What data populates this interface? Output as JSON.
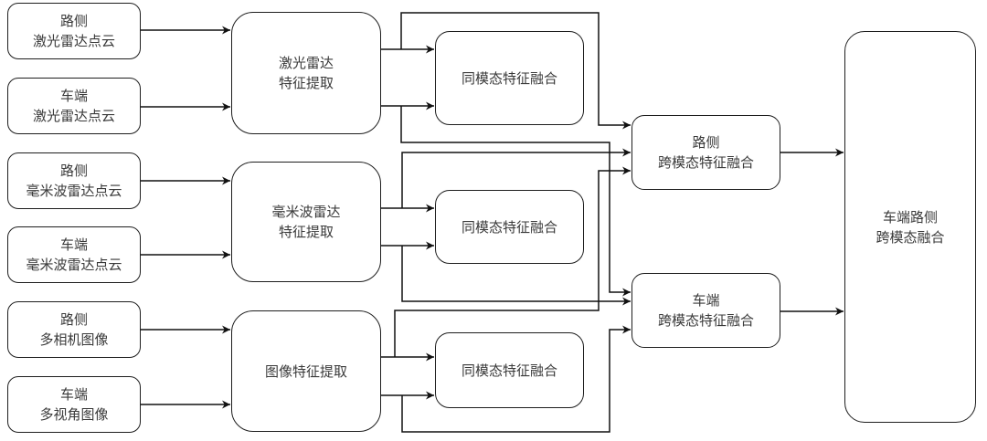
{
  "inputs": [
    {
      "id": "road-lidar-pointcloud",
      "line1": "路侧",
      "line2": "激光雷达点云"
    },
    {
      "id": "vehicle-lidar-pointcloud",
      "line1": "车端",
      "line2": "激光雷达点云"
    },
    {
      "id": "road-mmwave-pointcloud",
      "line1": "路侧",
      "line2": "毫米波雷达点云"
    },
    {
      "id": "vehicle-mmwave-pointcloud",
      "line1": "车端",
      "line2": "毫米波雷达点云"
    },
    {
      "id": "road-multicamera-images",
      "line1": "路侧",
      "line2": "多相机图像"
    },
    {
      "id": "vehicle-multiview-images",
      "line1": "车端",
      "line2": "多视角图像"
    }
  ],
  "extractors": [
    {
      "id": "lidar-feature-extraction",
      "line1": "激光雷达",
      "line2": "特征提取"
    },
    {
      "id": "mmwave-feature-extraction",
      "line1": "毫米波雷达",
      "line2": "特征提取"
    },
    {
      "id": "image-feature-extraction",
      "line1": "图像特征提取",
      "line2": ""
    }
  ],
  "same_modal_fusion": [
    {
      "id": "lidar-same-modal-fusion",
      "label": "同模态特征融合"
    },
    {
      "id": "mmwave-same-modal-fusion",
      "label": "同模态特征融合"
    },
    {
      "id": "image-same-modal-fusion",
      "label": "同模态特征融合"
    }
  ],
  "cross_modal_fusion": [
    {
      "id": "road-cross-modal-fusion",
      "line1": "路侧",
      "line2": "跨模态特征融合"
    },
    {
      "id": "vehicle-cross-modal-fusion",
      "line1": "车端",
      "line2": "跨模态特征融合"
    }
  ],
  "final": {
    "id": "vehicle-road-cross-modal-fusion",
    "line1": "车端路侧",
    "line2": "跨模态融合"
  },
  "edges": [
    {
      "from": "road-lidar-pointcloud",
      "to": "lidar-feature-extraction"
    },
    {
      "from": "vehicle-lidar-pointcloud",
      "to": "lidar-feature-extraction"
    },
    {
      "from": "road-mmwave-pointcloud",
      "to": "mmwave-feature-extraction"
    },
    {
      "from": "vehicle-mmwave-pointcloud",
      "to": "mmwave-feature-extraction"
    },
    {
      "from": "road-multicamera-images",
      "to": "image-feature-extraction"
    },
    {
      "from": "vehicle-multiview-images",
      "to": "image-feature-extraction"
    },
    {
      "from": "lidar-feature-extraction",
      "to": "lidar-same-modal-fusion"
    },
    {
      "from": "mmwave-feature-extraction",
      "to": "mmwave-same-modal-fusion"
    },
    {
      "from": "image-feature-extraction",
      "to": "image-same-modal-fusion"
    },
    {
      "from": "lidar-feature-extraction",
      "to": "road-cross-modal-fusion"
    },
    {
      "from": "lidar-feature-extraction",
      "to": "vehicle-cross-modal-fusion"
    },
    {
      "from": "mmwave-feature-extraction",
      "to": "road-cross-modal-fusion"
    },
    {
      "from": "mmwave-feature-extraction",
      "to": "vehicle-cross-modal-fusion"
    },
    {
      "from": "image-feature-extraction",
      "to": "road-cross-modal-fusion"
    },
    {
      "from": "image-feature-extraction",
      "to": "vehicle-cross-modal-fusion"
    },
    {
      "from": "road-cross-modal-fusion",
      "to": "vehicle-road-cross-modal-fusion"
    },
    {
      "from": "vehicle-cross-modal-fusion",
      "to": "vehicle-road-cross-modal-fusion"
    }
  ]
}
